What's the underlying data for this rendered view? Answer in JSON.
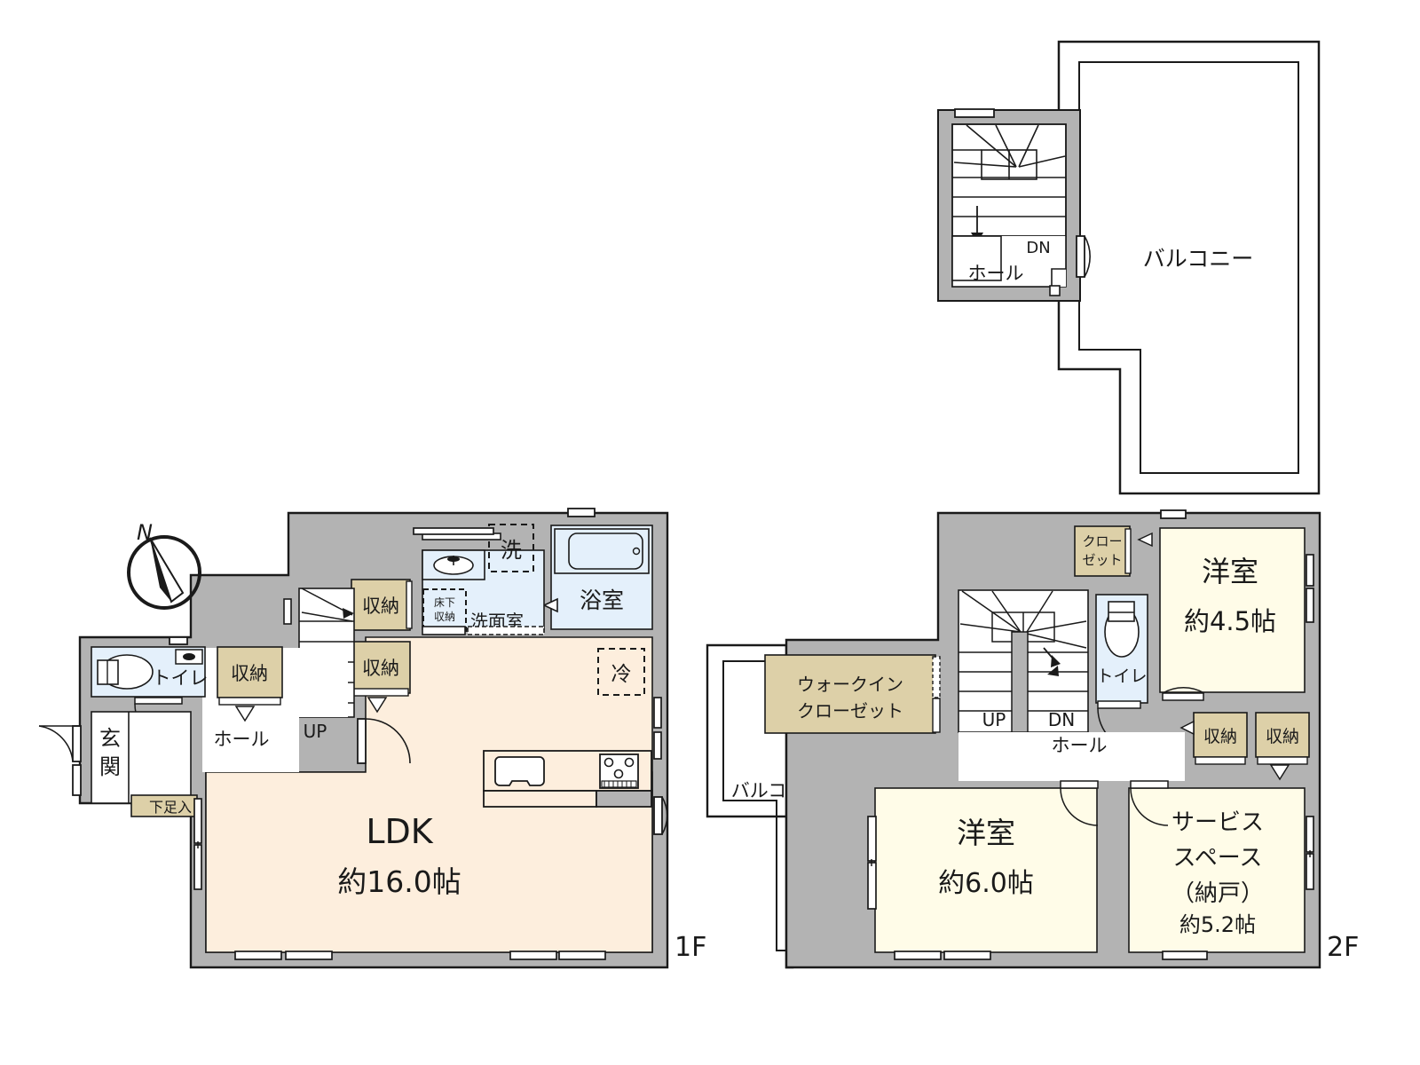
{
  "document": {
    "type": "residential-floor-plan",
    "floors": [
      "1F",
      "2F"
    ],
    "floor_labels": {
      "first": "1F",
      "second": "2F"
    }
  },
  "colors": {
    "wall": "#b3b3b3",
    "wall_stroke": "#1a1a1a",
    "ldk_fill": "#fdeedd",
    "room_fill": "#fffce8",
    "storage_fill": "#ddd0a8",
    "wet_fill": "#e4f0fb",
    "balcony_fill": "#ffffff",
    "hall_fill": "#ffffff",
    "text": "#1a1a1a"
  },
  "compass": {
    "label": "N",
    "name": "north-arrow"
  },
  "floor1": {
    "label": "1F",
    "rooms": [
      {
        "name": "entrance",
        "label": "玄関",
        "type": "hall"
      },
      {
        "name": "shoe-cabinet",
        "label": "下足入",
        "type": "storage"
      },
      {
        "name": "toilet-1f",
        "label": "トイレ",
        "type": "wet"
      },
      {
        "name": "storage-a",
        "label": "収納",
        "type": "storage"
      },
      {
        "name": "hall-1f",
        "label": "ホール",
        "type": "hall"
      },
      {
        "name": "stair-up",
        "label": "UP",
        "type": "stair"
      },
      {
        "name": "storage-b",
        "label": "収納",
        "type": "storage"
      },
      {
        "name": "storage-c",
        "label": "収納",
        "type": "storage"
      },
      {
        "name": "under-floor-storage",
        "label": "床下収納",
        "label_line1": "床下",
        "label_line2": "収納",
        "type": "dashed"
      },
      {
        "name": "washer-space",
        "label": "洗",
        "type": "dashed"
      },
      {
        "name": "washroom",
        "label": "洗面室",
        "type": "wet"
      },
      {
        "name": "bathroom",
        "label": "浴室",
        "type": "wet"
      },
      {
        "name": "refrigerator-space",
        "label": "冷",
        "type": "dashed"
      },
      {
        "name": "ldk",
        "label": "LDK",
        "area": "約16.0帖",
        "type": "ldk"
      }
    ]
  },
  "floor2": {
    "label": "2F",
    "rooms": [
      {
        "name": "upper-balcony",
        "label": "バルコニー",
        "type": "balcony"
      },
      {
        "name": "upper-hall",
        "label": "ホール",
        "type": "hall"
      },
      {
        "name": "stair-dn-upper",
        "label": "DN",
        "type": "stair"
      },
      {
        "name": "walk-in-closet",
        "label": "ウォークインクローゼット",
        "label_line1": "ウォークイン",
        "label_line2": "クローゼット",
        "type": "storage"
      },
      {
        "name": "balcony-2f",
        "label": "バルコニー",
        "type": "balcony"
      },
      {
        "name": "hall-2f",
        "label": "ホール",
        "type": "hall"
      },
      {
        "name": "stair-up-2f",
        "label": "UP",
        "type": "stair"
      },
      {
        "name": "stair-dn-2f",
        "label": "DN",
        "type": "stair"
      },
      {
        "name": "toilet-2f",
        "label": "トイレ",
        "type": "wet"
      },
      {
        "name": "closet-2f",
        "label": "クローゼット",
        "label_line1": "クロー",
        "label_line2": "ゼット",
        "type": "storage"
      },
      {
        "name": "bedroom-45",
        "label": "洋室",
        "area": "約4.5帖",
        "type": "room"
      },
      {
        "name": "bedroom-60",
        "label": "洋室",
        "area": "約6.0帖",
        "type": "room"
      },
      {
        "name": "storage-d",
        "label": "収納",
        "type": "storage"
      },
      {
        "name": "storage-e",
        "label": "収納",
        "type": "storage"
      },
      {
        "name": "service-space",
        "label": "サービススペース（納戸）",
        "label_line1": "サービス",
        "label_line2": "スペース",
        "label_line3": "（納戸）",
        "area": "約5.2帖",
        "type": "room"
      }
    ]
  },
  "fixtures": {
    "sink": "kitchen-sink-icon",
    "stove": "gas-stove-icon",
    "bathtub": "bathtub-icon",
    "washbasin": "washbasin-icon",
    "toilet": "toilet-icon"
  }
}
